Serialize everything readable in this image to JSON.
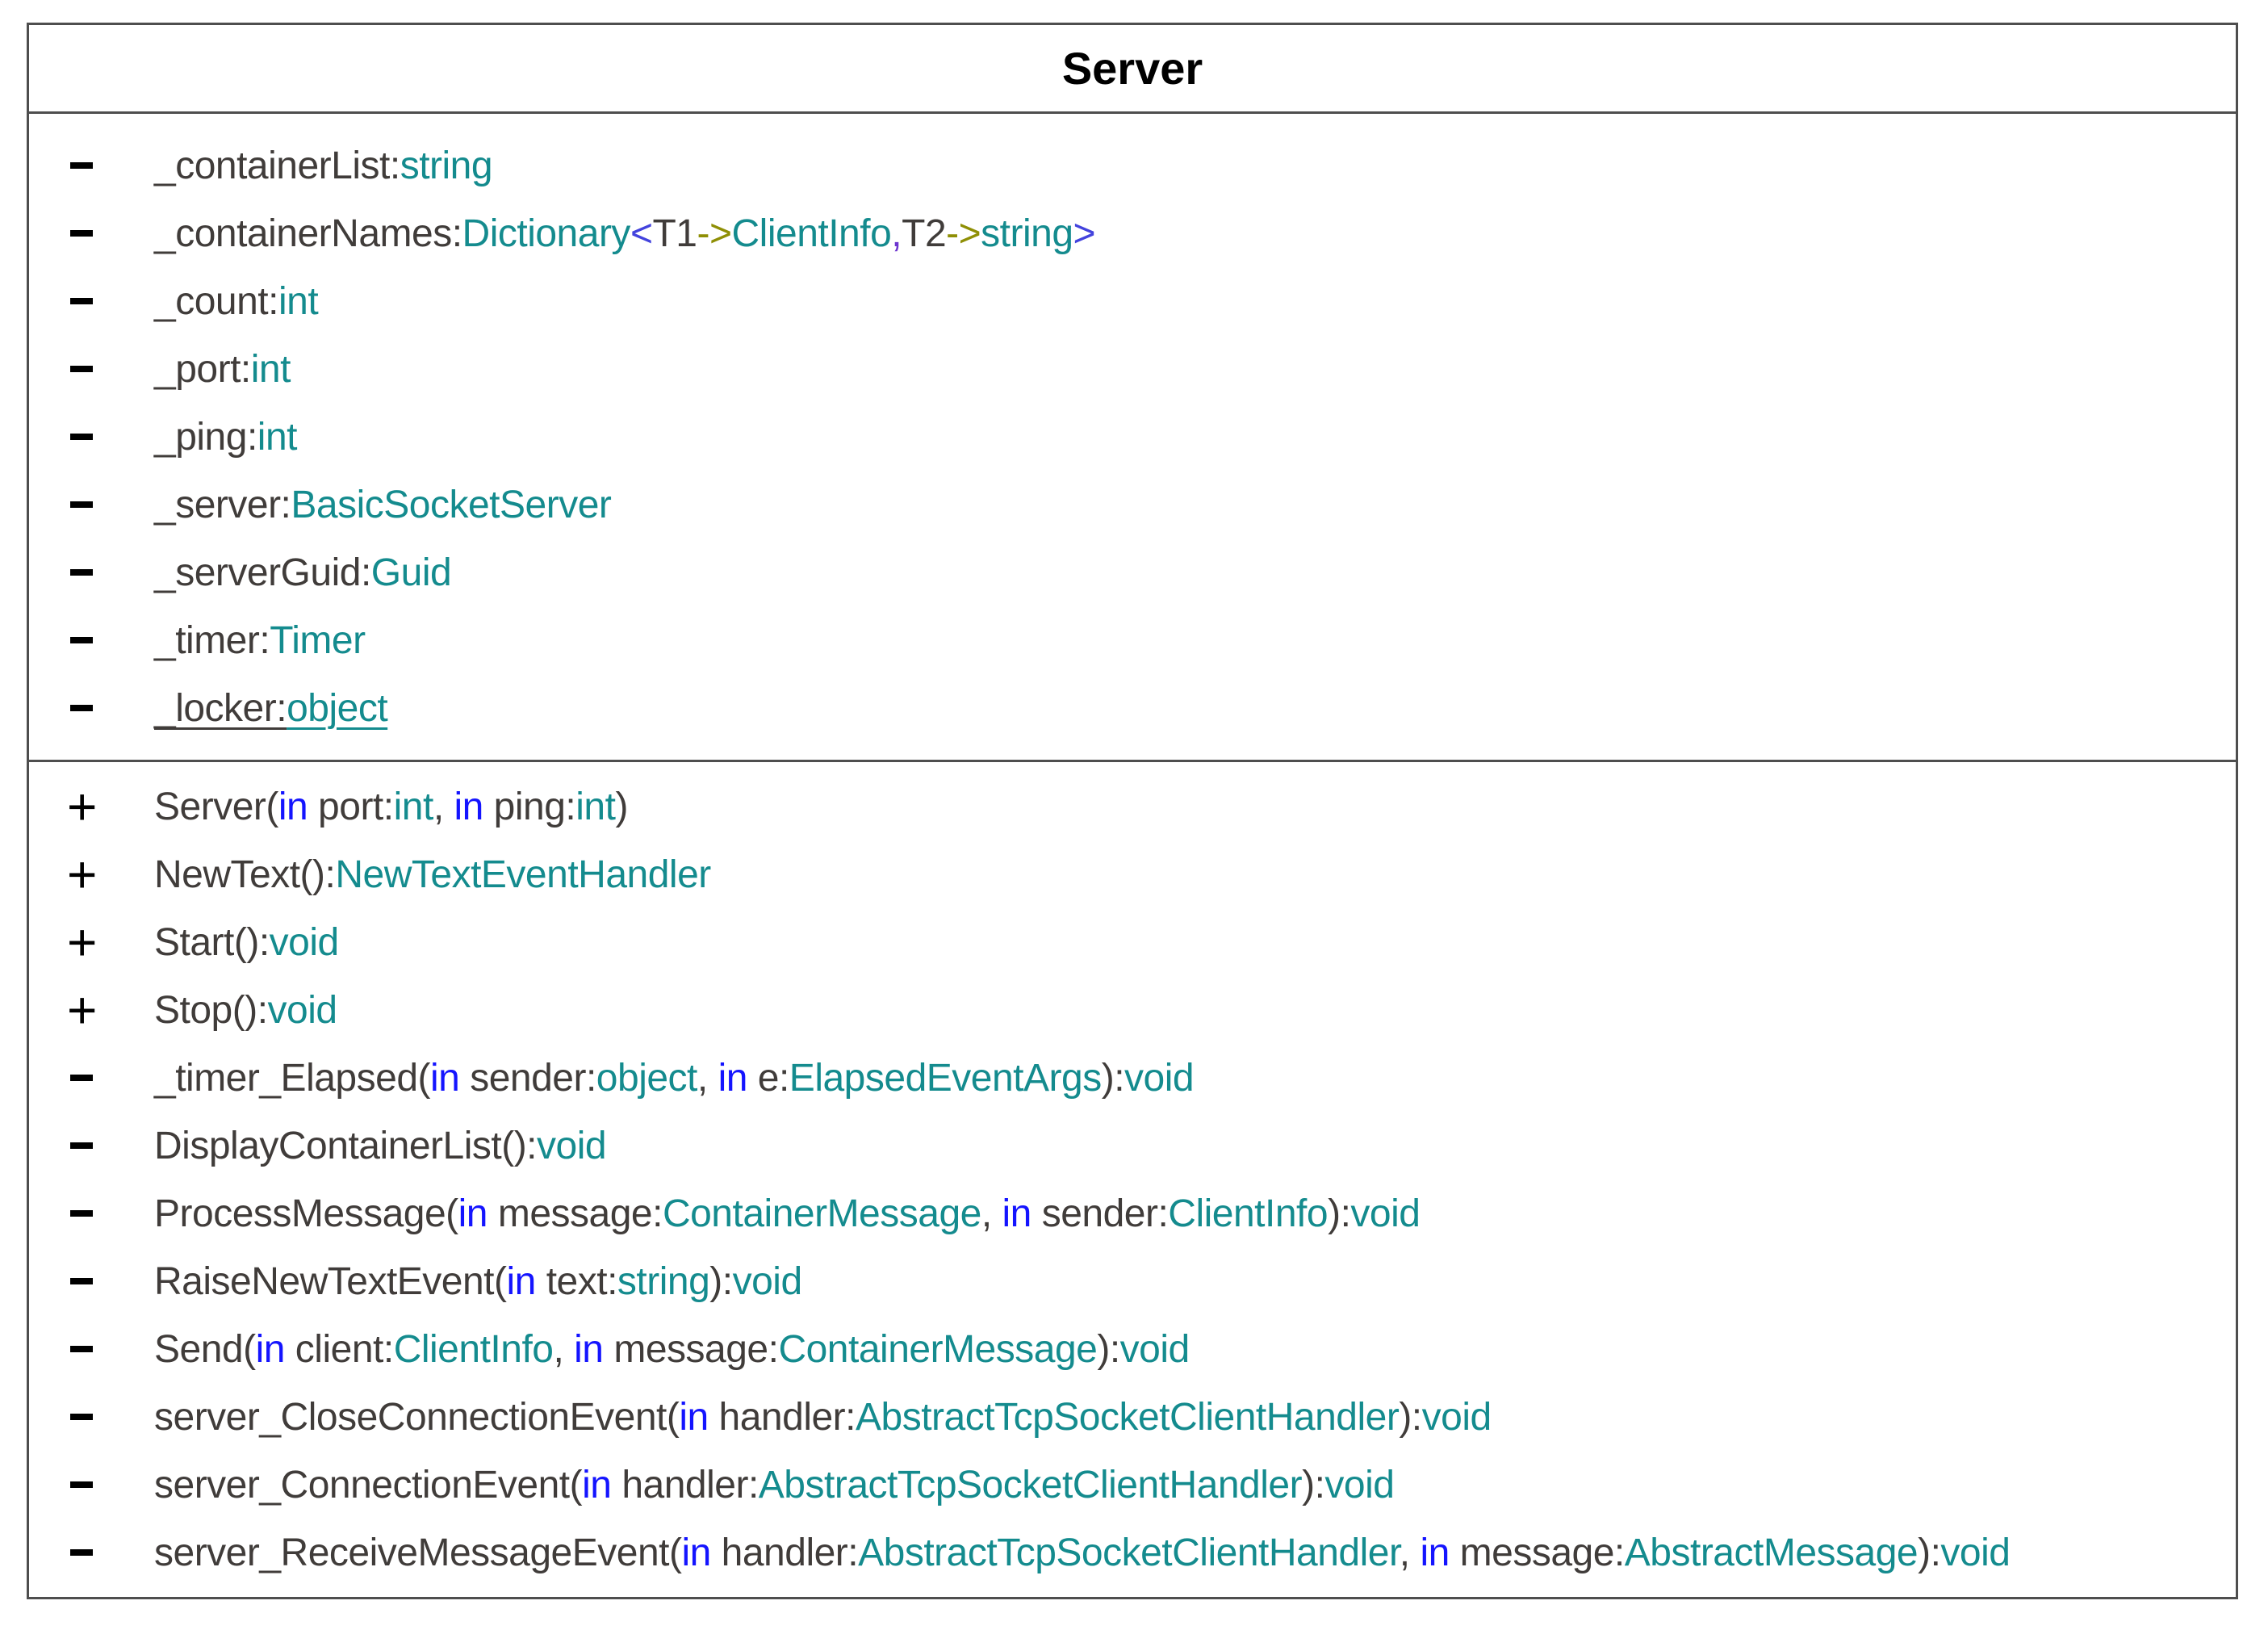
{
  "colors": {
    "member_name": "#403c3a",
    "type_name": "#148b8e",
    "keyword_in": "#1414ff",
    "angle_bracket": "#4343dd",
    "generic_arrow": "#8f8f05",
    "generic_comma": "#6d35cf",
    "marker": "#000000",
    "border": "#4e4e4e",
    "title_text": "#000000",
    "background": "#ffffff"
  },
  "class": {
    "title": "Server",
    "attributes": [
      {
        "visibility": "-",
        "static": false,
        "segments": [
          [
            "_containerList:",
            "member_name"
          ],
          [
            "string",
            "type_name"
          ]
        ]
      },
      {
        "visibility": "-",
        "static": false,
        "segments": [
          [
            "_containerNames:",
            "member_name"
          ],
          [
            "Dictionary",
            "type_name"
          ],
          [
            "<",
            "angle_bracket"
          ],
          [
            "T1",
            "member_name"
          ],
          [
            "->",
            "generic_arrow"
          ],
          [
            "ClientInfo",
            "type_name"
          ],
          [
            ",",
            "generic_comma"
          ],
          [
            "T2",
            "member_name"
          ],
          [
            "->",
            "generic_arrow"
          ],
          [
            "string",
            "type_name"
          ],
          [
            ">",
            "angle_bracket"
          ]
        ]
      },
      {
        "visibility": "-",
        "static": false,
        "segments": [
          [
            "_count:",
            "member_name"
          ],
          [
            "int",
            "type_name"
          ]
        ]
      },
      {
        "visibility": "-",
        "static": false,
        "segments": [
          [
            "_port:",
            "member_name"
          ],
          [
            "int",
            "type_name"
          ]
        ]
      },
      {
        "visibility": "-",
        "static": false,
        "segments": [
          [
            "_ping:",
            "member_name"
          ],
          [
            "int",
            "type_name"
          ]
        ]
      },
      {
        "visibility": "-",
        "static": false,
        "segments": [
          [
            "_server:",
            "member_name"
          ],
          [
            "BasicSocketServer",
            "type_name"
          ]
        ]
      },
      {
        "visibility": "-",
        "static": false,
        "segments": [
          [
            "_serverGuid:",
            "member_name"
          ],
          [
            "Guid",
            "type_name"
          ]
        ]
      },
      {
        "visibility": "-",
        "static": false,
        "segments": [
          [
            "_timer:",
            "member_name"
          ],
          [
            "Timer",
            "type_name"
          ]
        ]
      },
      {
        "visibility": "-",
        "static": true,
        "segments": [
          [
            "_locker:",
            "member_name"
          ],
          [
            "object",
            "type_name"
          ]
        ]
      }
    ],
    "methods": [
      {
        "visibility": "+",
        "static": false,
        "segments": [
          [
            "Server(",
            "member_name"
          ],
          [
            "in",
            "keyword_in"
          ],
          [
            " port:",
            "member_name"
          ],
          [
            "int",
            "type_name"
          ],
          [
            ", ",
            "member_name"
          ],
          [
            "in",
            "keyword_in"
          ],
          [
            " ping:",
            "member_name"
          ],
          [
            "int",
            "type_name"
          ],
          [
            ")",
            "member_name"
          ]
        ]
      },
      {
        "visibility": "+",
        "static": false,
        "segments": [
          [
            "NewText():",
            "member_name"
          ],
          [
            "NewTextEventHandler",
            "type_name"
          ]
        ]
      },
      {
        "visibility": "+",
        "static": false,
        "segments": [
          [
            "Start():",
            "member_name"
          ],
          [
            "void",
            "type_name"
          ]
        ]
      },
      {
        "visibility": "+",
        "static": false,
        "segments": [
          [
            "Stop():",
            "member_name"
          ],
          [
            "void",
            "type_name"
          ]
        ]
      },
      {
        "visibility": "-",
        "static": false,
        "segments": [
          [
            "_timer_Elapsed(",
            "member_name"
          ],
          [
            "in",
            "keyword_in"
          ],
          [
            " sender:",
            "member_name"
          ],
          [
            "object",
            "type_name"
          ],
          [
            ", ",
            "member_name"
          ],
          [
            "in",
            "keyword_in"
          ],
          [
            " e:",
            "member_name"
          ],
          [
            "ElapsedEventArgs",
            "type_name"
          ],
          [
            "):",
            "member_name"
          ],
          [
            "void",
            "type_name"
          ]
        ]
      },
      {
        "visibility": "-",
        "static": false,
        "segments": [
          [
            "DisplayContainerList():",
            "member_name"
          ],
          [
            "void",
            "type_name"
          ]
        ]
      },
      {
        "visibility": "-",
        "static": false,
        "segments": [
          [
            "ProcessMessage(",
            "member_name"
          ],
          [
            "in",
            "keyword_in"
          ],
          [
            " message:",
            "member_name"
          ],
          [
            "ContainerMessage",
            "type_name"
          ],
          [
            ", ",
            "member_name"
          ],
          [
            "in",
            "keyword_in"
          ],
          [
            " sender:",
            "member_name"
          ],
          [
            "ClientInfo",
            "type_name"
          ],
          [
            "):",
            "member_name"
          ],
          [
            "void",
            "type_name"
          ]
        ]
      },
      {
        "visibility": "-",
        "static": false,
        "segments": [
          [
            "RaiseNewTextEvent(",
            "member_name"
          ],
          [
            "in",
            "keyword_in"
          ],
          [
            " text:",
            "member_name"
          ],
          [
            "string",
            "type_name"
          ],
          [
            "):",
            "member_name"
          ],
          [
            "void",
            "type_name"
          ]
        ]
      },
      {
        "visibility": "-",
        "static": false,
        "segments": [
          [
            "Send(",
            "member_name"
          ],
          [
            "in",
            "keyword_in"
          ],
          [
            " client:",
            "member_name"
          ],
          [
            "ClientInfo",
            "type_name"
          ],
          [
            ", ",
            "member_name"
          ],
          [
            "in",
            "keyword_in"
          ],
          [
            " message:",
            "member_name"
          ],
          [
            "ContainerMessage",
            "type_name"
          ],
          [
            "):",
            "member_name"
          ],
          [
            "void",
            "type_name"
          ]
        ]
      },
      {
        "visibility": "-",
        "static": false,
        "segments": [
          [
            "server_CloseConnectionEvent(",
            "member_name"
          ],
          [
            "in",
            "keyword_in"
          ],
          [
            " handler:",
            "member_name"
          ],
          [
            "AbstractTcpSocketClientHandler",
            "type_name"
          ],
          [
            "):",
            "member_name"
          ],
          [
            "void",
            "type_name"
          ]
        ]
      },
      {
        "visibility": "-",
        "static": false,
        "segments": [
          [
            "server_ConnectionEvent(",
            "member_name"
          ],
          [
            "in",
            "keyword_in"
          ],
          [
            " handler:",
            "member_name"
          ],
          [
            "AbstractTcpSocketClientHandler",
            "type_name"
          ],
          [
            "):",
            "member_name"
          ],
          [
            "void",
            "type_name"
          ]
        ]
      },
      {
        "visibility": "-",
        "static": false,
        "segments": [
          [
            "server_ReceiveMessageEvent(",
            "member_name"
          ],
          [
            "in",
            "keyword_in"
          ],
          [
            " handler:",
            "member_name"
          ],
          [
            "AbstractTcpSocketClientHandler",
            "type_name"
          ],
          [
            ", ",
            "member_name"
          ],
          [
            "in",
            "keyword_in"
          ],
          [
            " message:",
            "member_name"
          ],
          [
            "AbstractMessage",
            "type_name"
          ],
          [
            "):",
            "member_name"
          ],
          [
            "void",
            "type_name"
          ]
        ]
      }
    ]
  }
}
